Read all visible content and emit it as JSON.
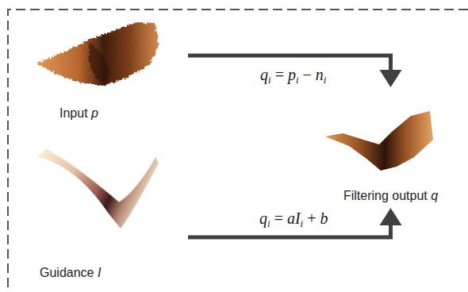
{
  "diagram": {
    "nodes": [
      {
        "text": [
          "Input p"
        ]
      },
      {
        "text": [
          "Guidance I"
        ]
      },
      {
        "text": [
          "Filtering output q"
        ]
      }
    ],
    "edges": [
      {
        "from": 0,
        "to": 2,
        "arrow": "to",
        "label": "qi = pi − ni"
      },
      {
        "from": 1,
        "to": 2,
        "arrow": "to",
        "label": "qi = aIi + b"
      }
    ]
  }
}
